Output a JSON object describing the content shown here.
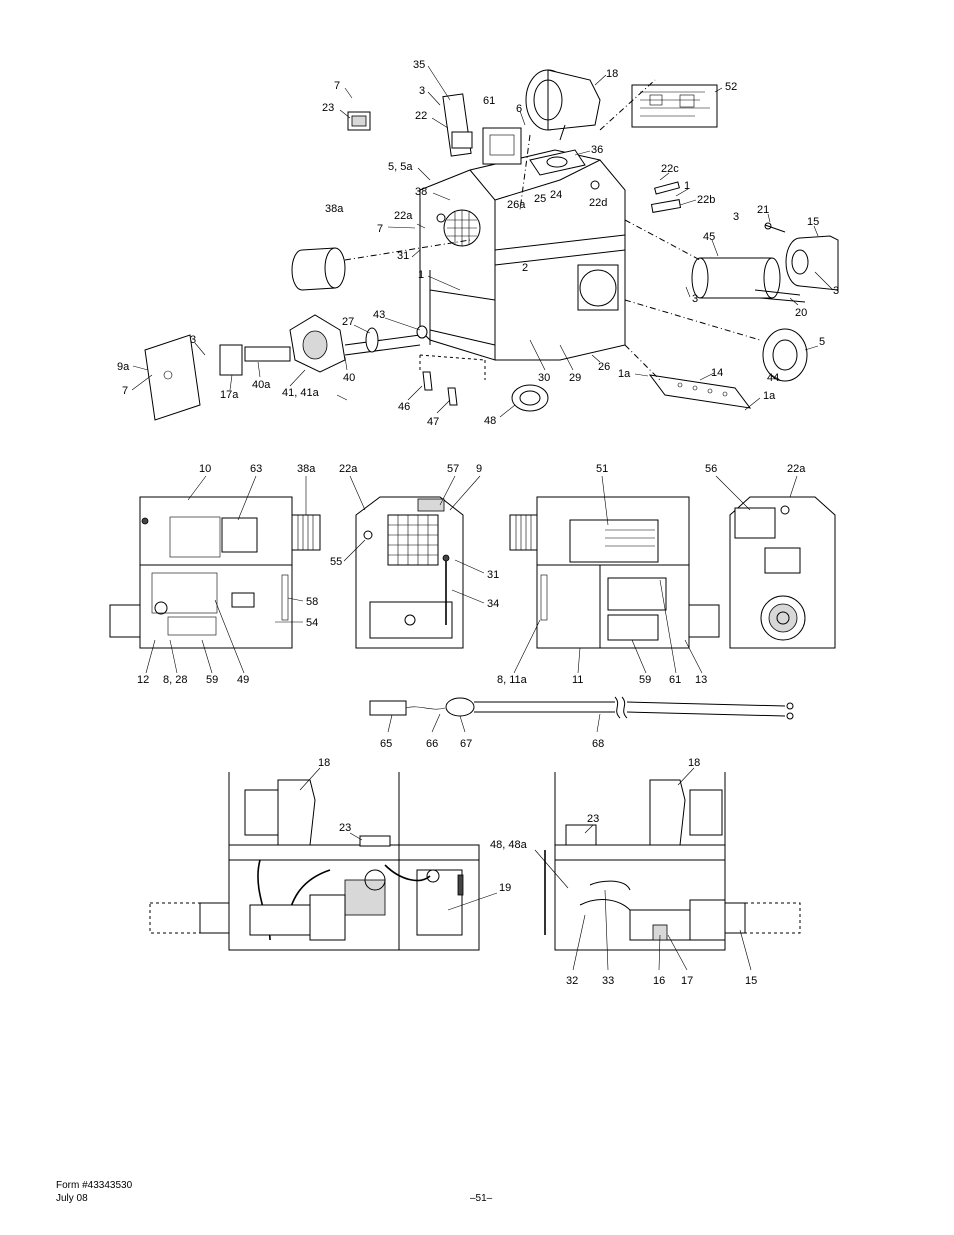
{
  "footer": {
    "form_number": "Form #43343530",
    "date": "July 08",
    "page_number": "–51–"
  },
  "callouts": {
    "exploded": [
      "35",
      "18",
      "7",
      "3",
      "61",
      "6",
      "52",
      "23",
      "22",
      "36",
      "5, 5a",
      "22c",
      "38",
      "26a",
      "25",
      "24",
      "22d",
      "1",
      "38a",
      "22a",
      "22b",
      "7",
      "3",
      "21",
      "15",
      "31",
      "2",
      "45",
      "1",
      "3",
      "3",
      "20",
      "43",
      "27",
      "9a",
      "3",
      "5",
      "40a",
      "17a",
      "41, 41a",
      "40",
      "30",
      "29",
      "26",
      "1a",
      "14",
      "44",
      "7",
      "46",
      "47",
      "48",
      "1a"
    ],
    "views": [
      "10",
      "63",
      "38a",
      "22a",
      "57",
      "9",
      "51",
      "56",
      "22a",
      "55",
      "31",
      "34",
      "58",
      "54",
      "12",
      "8, 28",
      "59",
      "49",
      "8, 11a",
      "11",
      "59",
      "61",
      "13"
    ],
    "wiring": [
      "65",
      "66",
      "67",
      "68"
    ],
    "internal": [
      "18",
      "18",
      "23",
      "23",
      "48, 48a",
      "19",
      "32",
      "33",
      "16",
      "17",
      "15"
    ]
  }
}
